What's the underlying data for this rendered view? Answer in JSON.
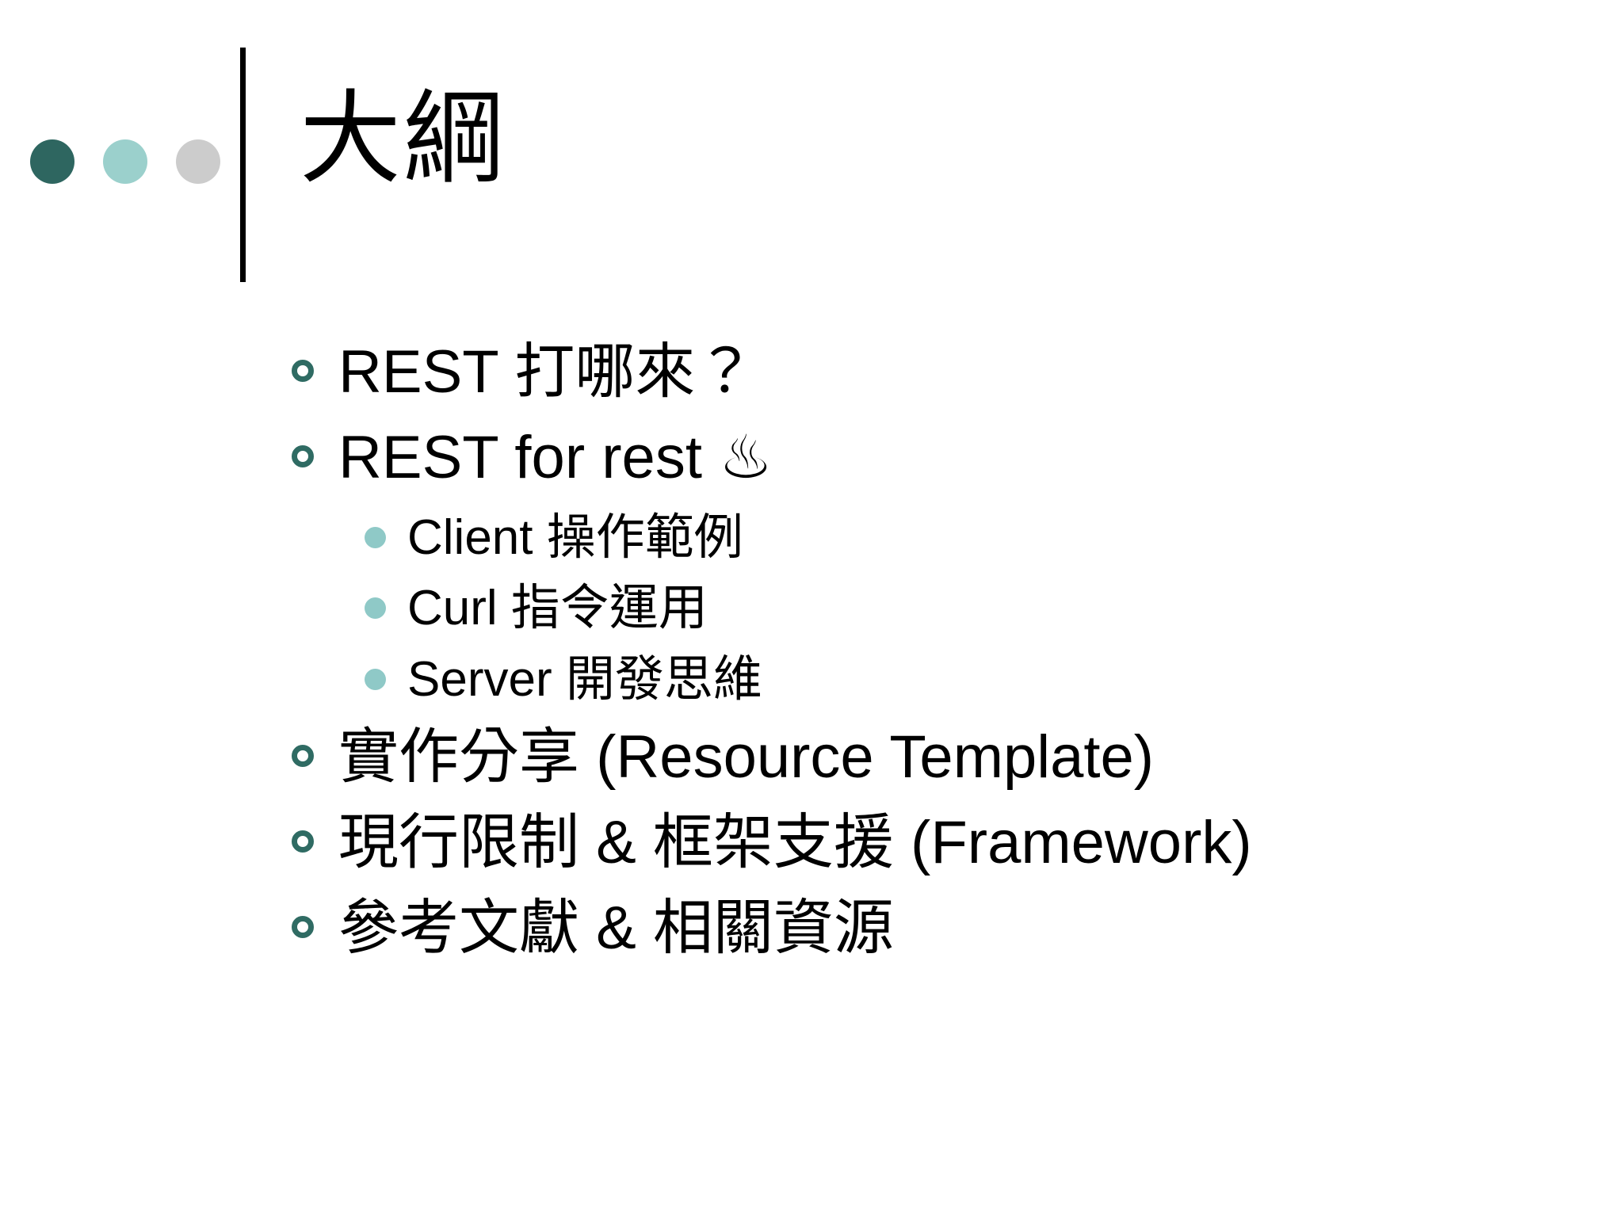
{
  "slide": {
    "title": "大綱",
    "theme": {
      "accent_dark": "#2E6660",
      "accent_light": "#9BD0CC",
      "accent_gray": "#CCCCCC",
      "bullet_ring": "#2F6B63",
      "bullet_fill": "#8FC9C7",
      "text": "#000000",
      "background": "#FFFFFF"
    },
    "decoration": {
      "dots": [
        {
          "name": "dot-dark-teal",
          "color": "#2E6660"
        },
        {
          "name": "dot-light-teal",
          "color": "#9BD0CC"
        },
        {
          "name": "dot-gray",
          "color": "#CCCCCC"
        }
      ],
      "divider": "vertical-rule"
    },
    "outline": [
      {
        "level": 1,
        "text": "REST 打哪來？",
        "bullet": "hollow-circle-bullet"
      },
      {
        "level": 1,
        "text": "REST for rest ♨",
        "bullet": "hollow-circle-bullet",
        "symbol": "hot-springs"
      },
      {
        "level": 2,
        "text": "Client  操作範例",
        "bullet": "filled-circle-bullet"
      },
      {
        "level": 2,
        "text": "Curl  指令運用",
        "bullet": "filled-circle-bullet"
      },
      {
        "level": 2,
        "text": "Server  開發思維",
        "bullet": "filled-circle-bullet"
      },
      {
        "level": 1,
        "text": "實作分享 (Resource Template)",
        "bullet": "hollow-circle-bullet"
      },
      {
        "level": 1,
        "text": "現行限制 & 框架支援 (Framework)",
        "bullet": "hollow-circle-bullet"
      },
      {
        "level": 1,
        "text": "參考文獻 & 相關資源",
        "bullet": "hollow-circle-bullet"
      }
    ]
  }
}
